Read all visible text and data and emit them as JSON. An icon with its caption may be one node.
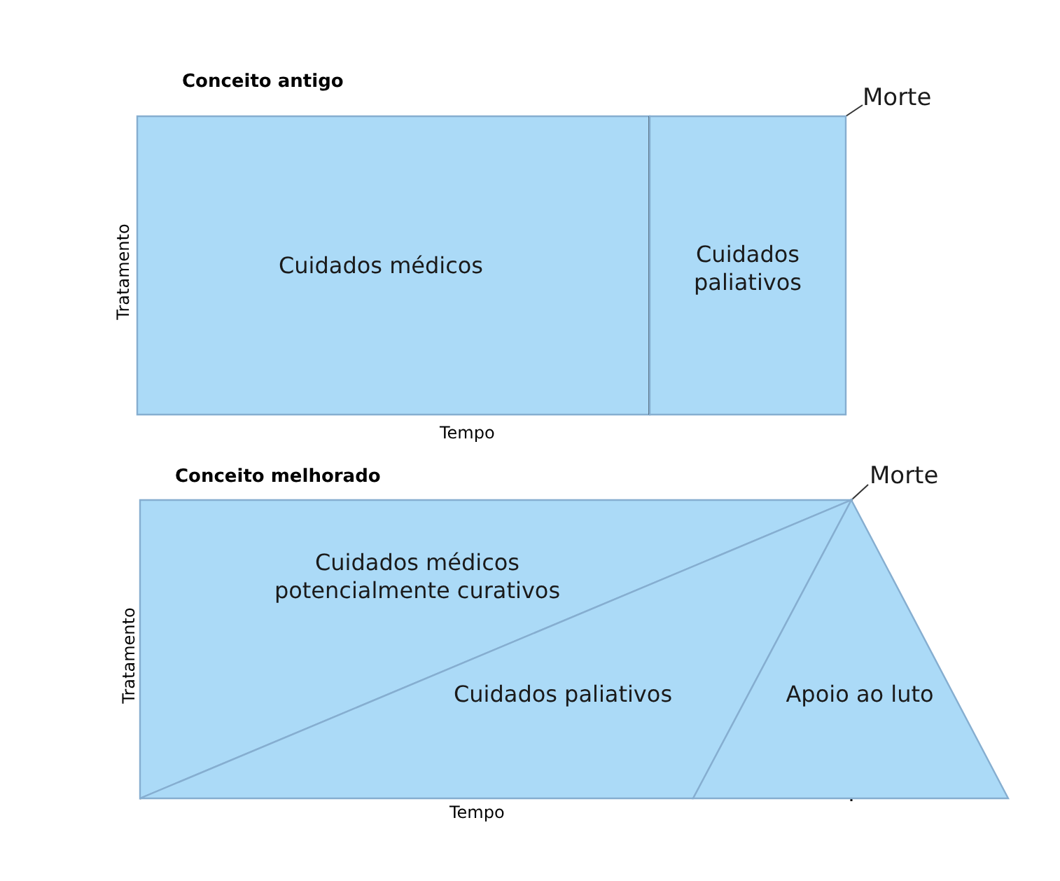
{
  "diagram": {
    "nodes": [
      {
        "text": [
          "Cuidados médicos"
        ]
      },
      {
        "text": [
          "Cuidados paliativos"
        ]
      },
      {
        "text": [
          "Morte"
        ]
      },
      {
        "text": [
          "Cuidados médicos potencialmente curativos"
        ]
      },
      {
        "text": [
          "Cuidados paliativos"
        ]
      },
      {
        "text": [
          "Apoio ao luto"
        ]
      },
      {
        "text": [
          "Morte"
        ]
      }
    ],
    "edges": [
      {
        "from": 2,
        "to": 1,
        "arrow": "none"
      },
      {
        "from": 6,
        "to": 5,
        "arrow": "none"
      }
    ],
    "labels": [
      "Conceito antigo",
      "Tratamento",
      "Tempo",
      "Conceito melhorado",
      "Tratamento",
      "Tempo"
    ]
  }
}
